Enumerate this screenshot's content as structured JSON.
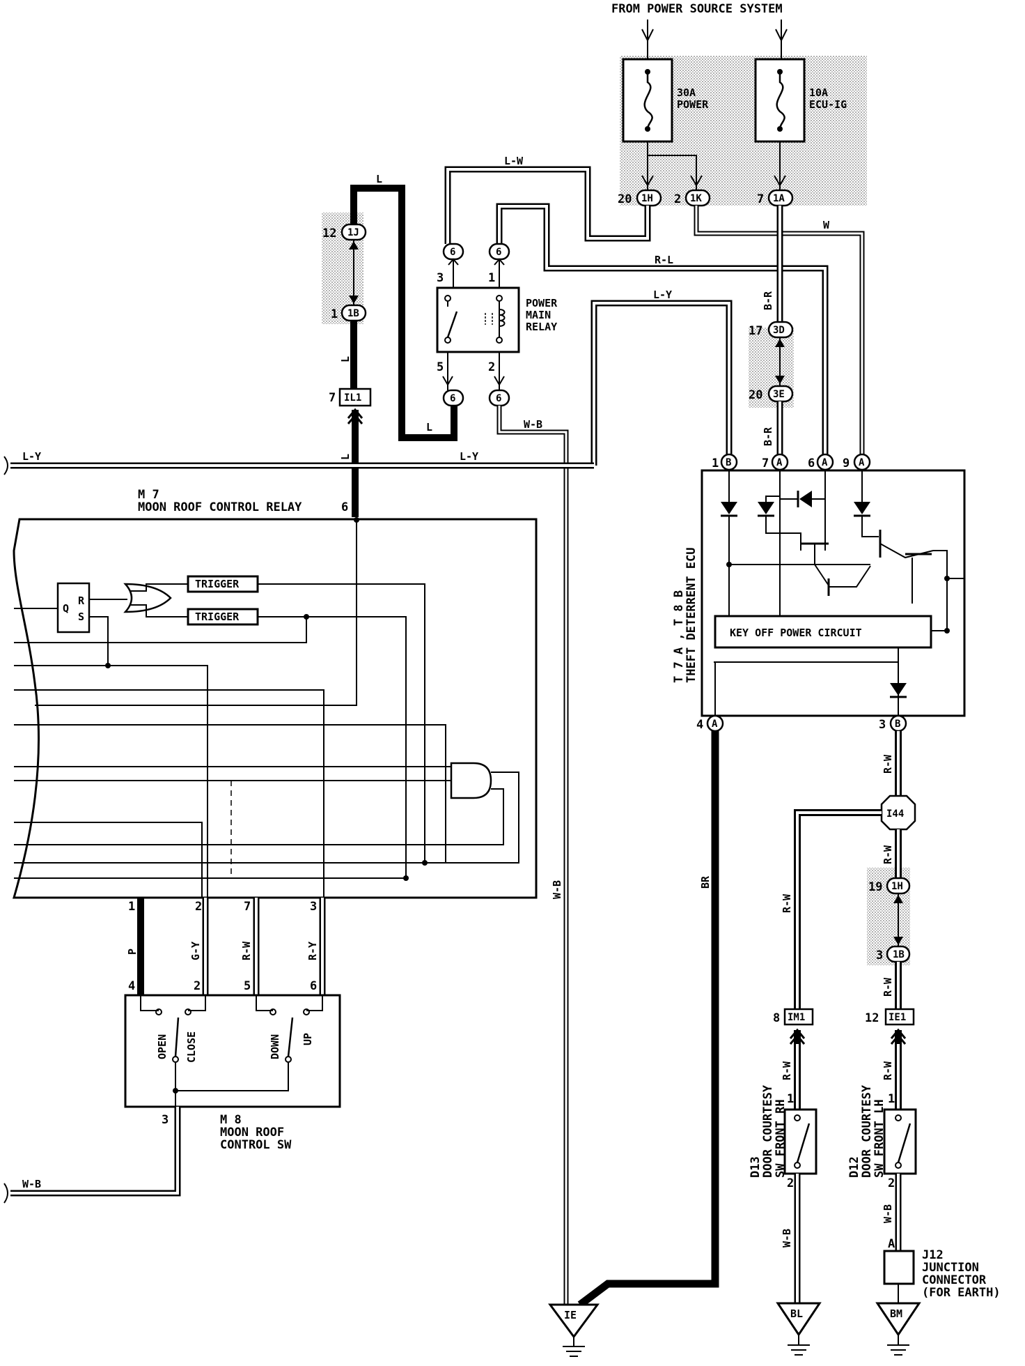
{
  "header": {
    "source": "FROM POWER SOURCE SYSTEM"
  },
  "fuses": {
    "power": {
      "amp": "30A",
      "name": "POWER"
    },
    "ecu_ig": {
      "amp": "10A",
      "name": "ECU-IG"
    }
  },
  "connectors": {
    "c1H_top": "1H",
    "c1K": "1K",
    "c1A": "1A",
    "c1J": "1J",
    "c1B_left": "1B",
    "c3D": "3D",
    "c3E": "3E",
    "cIL1": "IL1",
    "cIM1": "IM1",
    "cIE1": "IE1",
    "c1H_bottom": "1H",
    "c1B_bottom": "1B",
    "cI44": "I44",
    "c6a": "6",
    "c6b": "6",
    "c6c": "6",
    "c6d": "6",
    "ecu_1B": "B",
    "ecu_7A": "A",
    "ecu_6A": "A",
    "ecu_9A": "A",
    "ecu_4A": "A",
    "ecu_3B": "B"
  },
  "pins": {
    "p20": "20",
    "p2": "2",
    "p7": "7",
    "p12": "12",
    "p1": "1",
    "p7b": "7",
    "p17": "17",
    "p20b": "20",
    "relay_3": "3",
    "relay_1": "1",
    "relay_5": "5",
    "relay_2": "2",
    "ecu_1": "1",
    "ecu_7": "7",
    "ecu_6": "6",
    "ecu_9": "9",
    "ecu_4": "4",
    "ecu_3": "3",
    "m7_6": "6",
    "m7_1": "1",
    "m7_2": "2",
    "m7_7": "7",
    "m7_3": "3",
    "m8_4": "4",
    "m8_2": "2",
    "m8_5": "5",
    "m8_6": "6",
    "m8_3": "3",
    "p19": "19",
    "p3": "3",
    "p8": "8",
    "p12b": "12",
    "d13_1": "1",
    "d13_2": "2",
    "d12_1": "1",
    "d12_2": "2",
    "j12_a": "A"
  },
  "wires": {
    "LW": "L-W",
    "L_top": "L",
    "W": "W",
    "RL": "R-L",
    "LY_top": "L-Y",
    "BR_top": "B-R",
    "BR_mid": "B-R",
    "L_left1": "L",
    "L_left2": "L",
    "L_mid": "L",
    "WB_relay": "W-B",
    "LY_left": "L-Y",
    "LY_mid": "L-Y",
    "WB_vert": "W-B",
    "BR_main": "BR",
    "RW1": "R-W",
    "RW2": "R-W",
    "RW3": "R-W",
    "RW4": "R-W",
    "RW5": "R-W",
    "RW6": "R-W",
    "P": "P",
    "GY": "G-Y",
    "RW_m7": "R-W",
    "RY": "R-Y",
    "WB_left": "W-B",
    "WB_d13": "W-B",
    "WB_d12": "W-B"
  },
  "components": {
    "relay": {
      "line1": "POWER",
      "line2": "MAIN",
      "line3": "RELAY"
    },
    "m7": {
      "code": "M 7",
      "name": "MOON ROOF CONTROL RELAY"
    },
    "trigger1": "TRIGGER",
    "trigger2": "TRIGGER",
    "ff": {
      "q": "Q",
      "r": "R",
      "s": "S"
    },
    "ecu": {
      "code": "T 7 A , T 8 B",
      "name": "THEFT DETERRENT ECU",
      "circuit": "KEY OFF POWER CIRCUIT"
    },
    "m8": {
      "code": "M 8",
      "line1": "MOON ROOF",
      "line2": "CONTROL SW"
    },
    "m8_switches": {
      "open": "OPEN",
      "close": "CLOSE",
      "down": "DOWN",
      "up": "UP"
    },
    "d13": {
      "code": "D13",
      "line1": "DOOR COURTESY",
      "line2": "SW FRONT RH"
    },
    "d12": {
      "code": "D12",
      "line1": "DOOR COURTESY",
      "line2": "SW FRONT LH"
    },
    "j12": {
      "code": "J12",
      "line1": "JUNCTION",
      "line2": "CONNECTOR",
      "line3": "(FOR EARTH)"
    }
  },
  "grounds": {
    "ie": "IE",
    "bl": "BL",
    "bm": "BM"
  }
}
